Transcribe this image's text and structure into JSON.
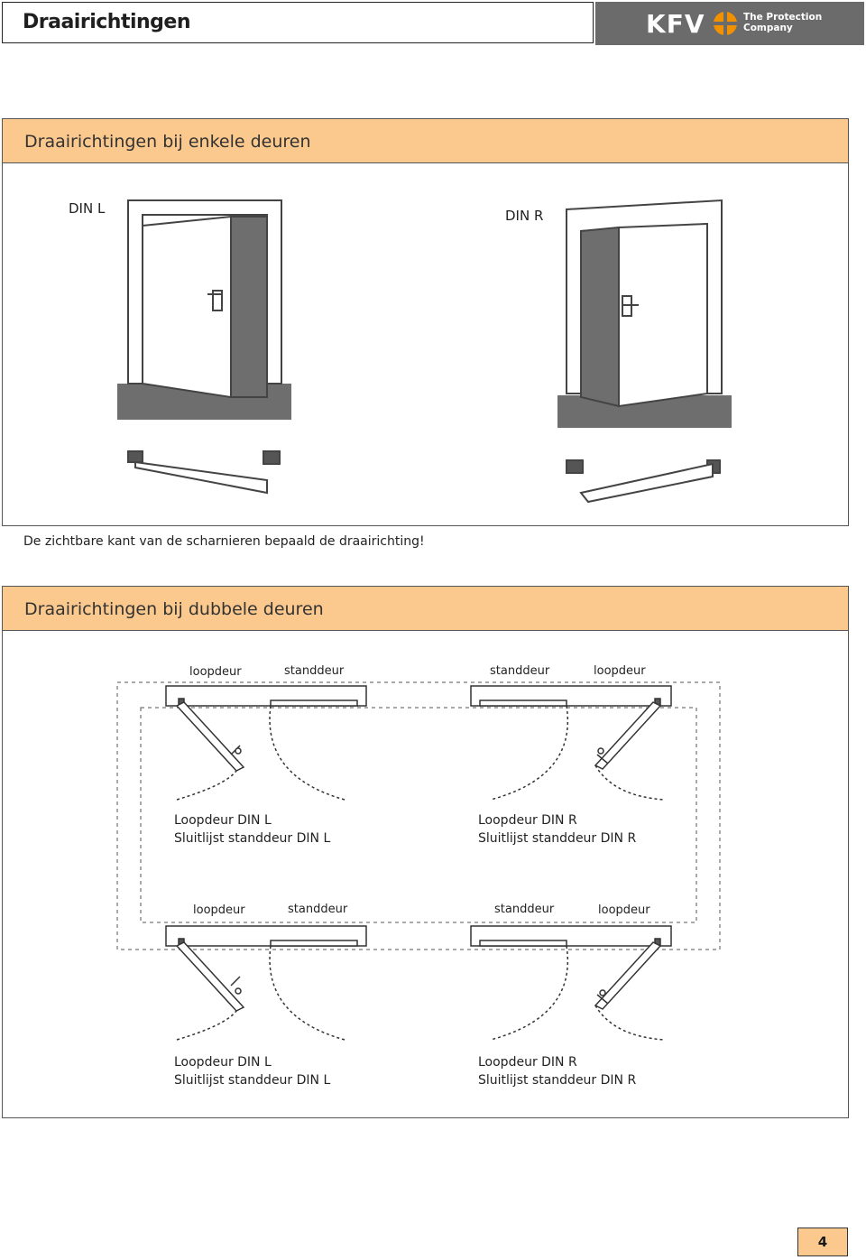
{
  "header": {
    "title": "Draairichtingen",
    "brand": "KFV",
    "tagline_1": "The Protection",
    "tagline_2": "Company"
  },
  "single": {
    "title": "Draairichtingen bij enkele deuren",
    "left_label": "DIN L",
    "right_label": "DIN R",
    "note": "De zichtbare kant van de scharnieren bepaald de draairichting!"
  },
  "double": {
    "title": "Draairichtingen bij dubbele deuren",
    "loopdeur": "loopdeur",
    "standdeur": "standdeur",
    "caption_l_1": "Loopdeur DIN L",
    "caption_l_2": "Sluitlijst standdeur DIN L",
    "caption_r_1": "Loopdeur DIN R",
    "caption_r_2": "Sluitlijst standdeur DIN R"
  },
  "page_number": "4",
  "colors": {
    "accent": "#fbc98d",
    "grey": "#6b6b6b"
  }
}
